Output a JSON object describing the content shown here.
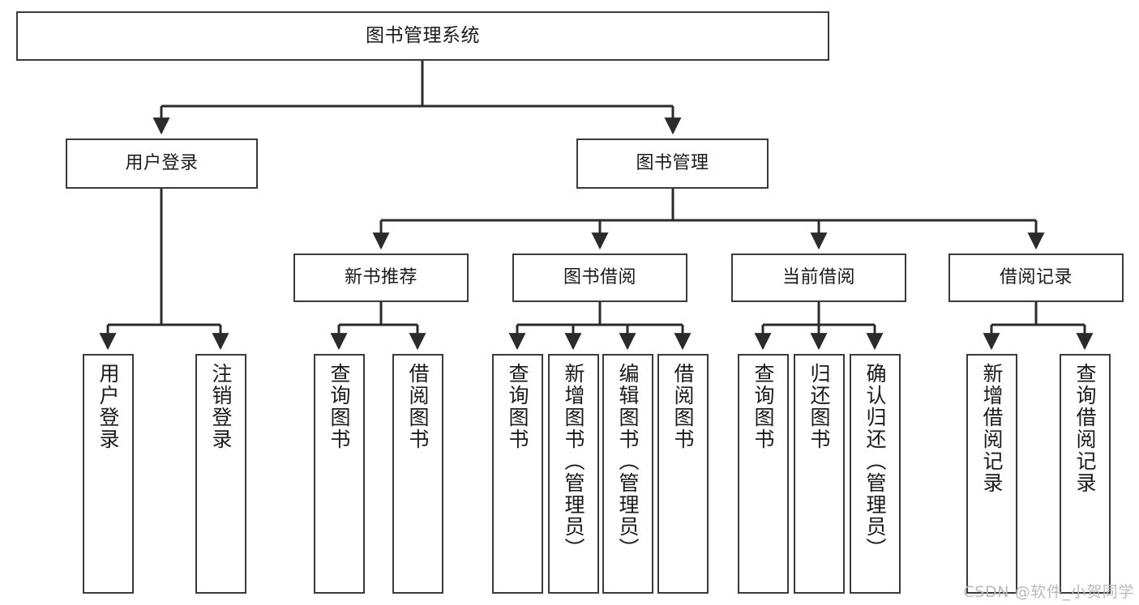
{
  "diagram": {
    "title": "图书管理系统",
    "type": "tree",
    "watermark": "CSDN @软件_小贺同学",
    "colors": {
      "box_border": "#3a3a3a",
      "box_fill": "#ffffff",
      "edge": "#2b2b2b",
      "text": "#1a1a1a",
      "watermark": "#b9b9b9",
      "background": "#ffffff"
    },
    "nodes": {
      "root": {
        "label": "图书管理系统"
      },
      "level2": [
        {
          "id": "user-login",
          "label": "用户登录"
        },
        {
          "id": "book-admin",
          "label": "图书管理"
        }
      ],
      "level3": [
        {
          "id": "new-book-rec",
          "label": "新书推荐"
        },
        {
          "id": "book-borrow",
          "label": "图书借阅"
        },
        {
          "id": "current-borrow",
          "label": "当前借阅"
        },
        {
          "id": "borrow-record",
          "label": "借阅记录"
        }
      ],
      "leaves": [
        {
          "id": "leaf-user-login",
          "label": "用户登录",
          "parent": "user-login"
        },
        {
          "id": "leaf-logout",
          "label": "注销登录",
          "parent": "user-login"
        },
        {
          "id": "leaf-query-book-1",
          "label": "查询图书",
          "parent": "new-book-rec"
        },
        {
          "id": "leaf-borrow-book-1",
          "label": "借阅图书",
          "parent": "new-book-rec"
        },
        {
          "id": "leaf-query-book-2",
          "label": "查询图书",
          "parent": "book-borrow"
        },
        {
          "id": "leaf-add-book",
          "label": "新增图书（管理员）",
          "parent": "book-borrow"
        },
        {
          "id": "leaf-edit-book",
          "label": "编辑图书（管理员）",
          "parent": "book-borrow"
        },
        {
          "id": "leaf-borrow-book-2",
          "label": "借阅图书",
          "parent": "book-borrow"
        },
        {
          "id": "leaf-query-book-3",
          "label": "查询图书",
          "parent": "current-borrow"
        },
        {
          "id": "leaf-return-book",
          "label": "归还图书",
          "parent": "current-borrow"
        },
        {
          "id": "leaf-confirm-return",
          "label": "确认归还（管理员）",
          "parent": "current-borrow"
        },
        {
          "id": "leaf-add-record",
          "label": "新增借阅记录",
          "parent": "borrow-record"
        },
        {
          "id": "leaf-query-record",
          "label": "查询借阅记录",
          "parent": "borrow-record"
        }
      ]
    }
  }
}
